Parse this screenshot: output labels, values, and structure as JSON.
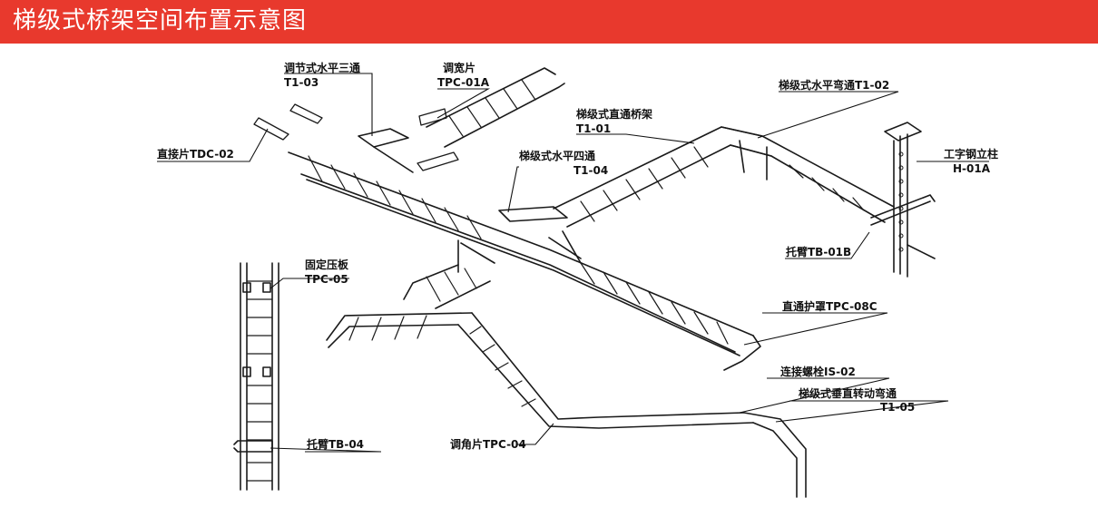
{
  "title": "梯级式桥架空间布置示意图",
  "colors": {
    "banner": "#e8392d",
    "ink": "#1a1a1a",
    "label": "#111111"
  },
  "labels": {
    "tee_name": "调节式水平三通",
    "tee_code": "T1-03",
    "widen_name": "调宽片",
    "widen_code": "TPC-01A",
    "connector": "直接片TDC-02",
    "straight_name": "梯级式直通桥架",
    "straight_code": "T1-01",
    "elbow": "梯级式水平弯通T1-02",
    "cross_name": "梯级式水平四通",
    "cross_code": "T1-04",
    "column_name": "工字钢立柱",
    "column_code": "H-01A",
    "bracket_b": "托臂TB-01B",
    "clamp_name": "固定压板",
    "clamp_code": "TPC-05",
    "cover": "直通护罩TPC-08C",
    "bolt": "连接螺栓IS-02",
    "vertical_name": "梯级式垂直转动弯通",
    "vertical_code": "T1-05",
    "angle_piece": "调角片TPC-04",
    "bracket_04": "托臂TB-04"
  }
}
